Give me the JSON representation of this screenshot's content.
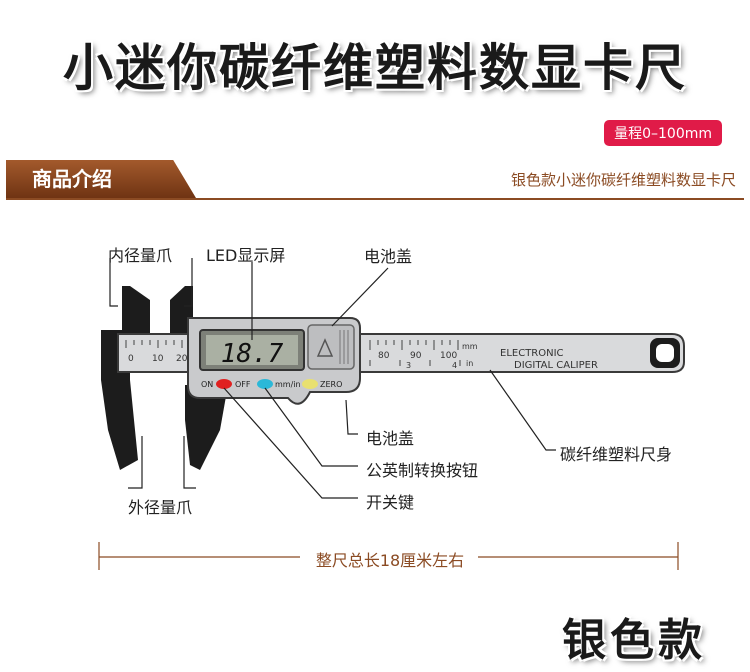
{
  "title": "小迷你碳纤维塑料数显卡尺",
  "range_badge": "量程0–100mm",
  "section": {
    "tab_label": "商品介绍",
    "subtitle": "银色款小迷你碳纤维塑料数显卡尺"
  },
  "labels": {
    "inner_jaw": "内径量爪",
    "led_display": "LED显示屏",
    "battery_cover_top": "电池盖",
    "battery_cover": "电池盖",
    "unit_button": "公英制转换按钮",
    "power_key": "开关键",
    "body": "碳纤维塑料尺身",
    "outer_jaw": "外径量爪"
  },
  "device": {
    "reading": "18.7",
    "on_off": "ON",
    "off": "OFF",
    "unit_btn": "mm/in",
    "zero_btn": "ZERO",
    "brand_line1": "ELECTRONIC",
    "brand_line2": "DIGITAL CALIPER",
    "mm_mark": "mm",
    "in_mark": "in",
    "scale_nums": [
      "0",
      "10",
      "20",
      "80",
      "90",
      "100"
    ],
    "inch_nums": [
      "3",
      "4"
    ]
  },
  "total_length": "整尺总长18厘米左右",
  "bottom_brand": "银色款",
  "colors": {
    "accent": "#e01b48",
    "brown": "#8b4b23",
    "jaw": "#1c1c1c"
  }
}
